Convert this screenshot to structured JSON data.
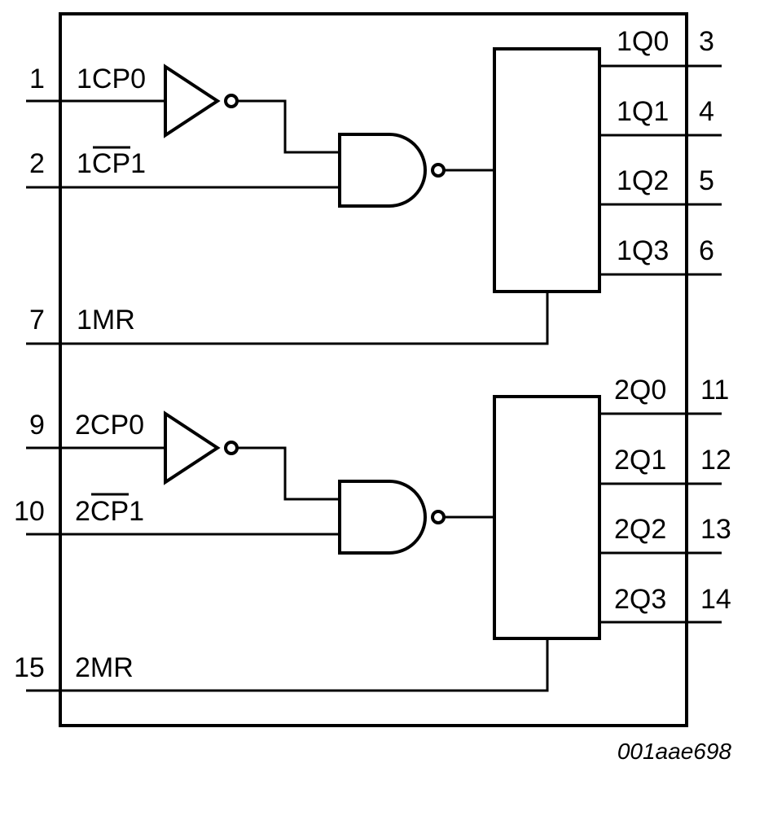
{
  "reference": "001aae698",
  "sections": [
    {
      "inputs": [
        {
          "pin": "1",
          "label_pre": "1",
          "label_bar": "",
          "label_post": "CP0"
        },
        {
          "pin": "2",
          "label_pre": "1",
          "label_bar": "CP",
          "label_post": "1"
        },
        {
          "pin": "7",
          "label_pre": "1MR",
          "label_bar": "",
          "label_post": ""
        }
      ],
      "outputs": [
        {
          "label": "1Q0",
          "pin": "3"
        },
        {
          "label": "1Q1",
          "pin": "4"
        },
        {
          "label": "1Q2",
          "pin": "5"
        },
        {
          "label": "1Q3",
          "pin": "6"
        }
      ]
    },
    {
      "inputs": [
        {
          "pin": "9",
          "label_pre": "2",
          "label_bar": "",
          "label_post": "CP0"
        },
        {
          "pin": "10",
          "label_pre": "2",
          "label_bar": "CP",
          "label_post": "1"
        },
        {
          "pin": "15",
          "label_pre": "2MR",
          "label_bar": "",
          "label_post": ""
        }
      ],
      "outputs": [
        {
          "label": "2Q0",
          "pin": "11"
        },
        {
          "label": "2Q1",
          "pin": "12"
        },
        {
          "label": "2Q2",
          "pin": "13"
        },
        {
          "label": "2Q3",
          "pin": "14"
        }
      ]
    }
  ]
}
